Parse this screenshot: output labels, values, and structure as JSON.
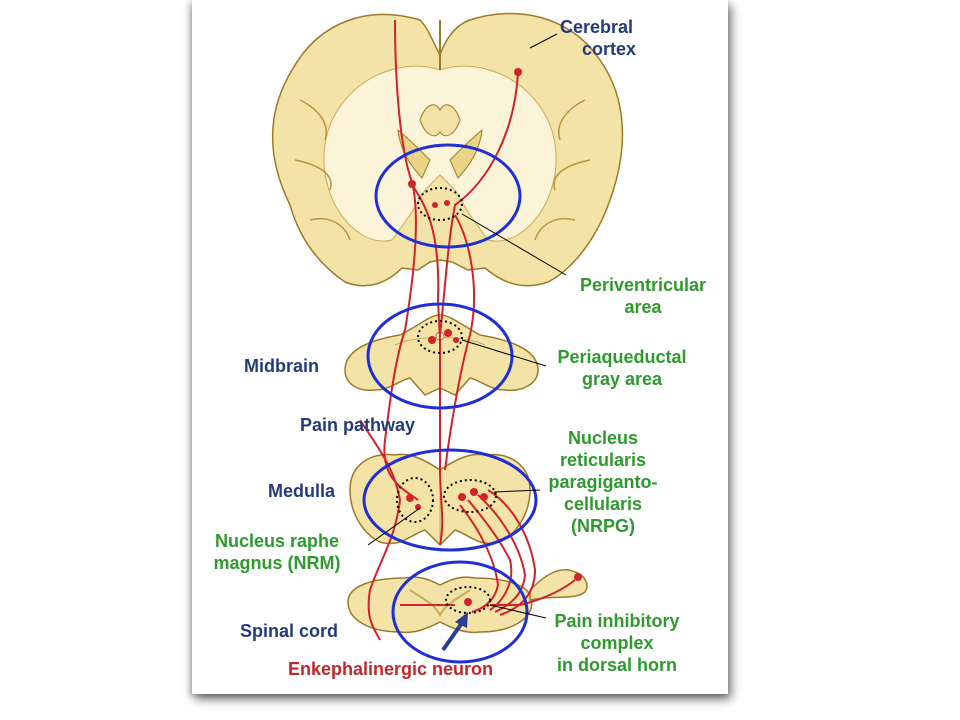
{
  "colors": {
    "tissue": "#f4e3a6",
    "tissue_outline": "#9b7a2a",
    "white_matter": "#fbf4d8",
    "pathway": "#d2222a",
    "highlight_circle": "#1f2fd6",
    "label_blue": "#243a7a",
    "label_green": "#2e9a2e",
    "label_red": "#c0272d"
  },
  "labels": {
    "cerebral_cortex": [
      "Cerebral",
      "cortex"
    ],
    "periventricular_area": [
      "Periventricular",
      "area"
    ],
    "midbrain": "Midbrain",
    "periaqueductal_gray_area": [
      "Periaqueductal",
      "gray area"
    ],
    "pain_pathway": "Pain pathway",
    "medulla": "Medulla",
    "nrpg": [
      "Nucleus",
      "reticularis",
      "paragiganto-",
      "cellularis",
      "(NRPG)"
    ],
    "nrm": [
      "Nucleus raphe",
      "magnus (NRM)"
    ],
    "spinal_cord": "Spinal cord",
    "pain_inhibitory_complex": [
      "Pain inhibitory",
      "complex",
      "in dorsal horn"
    ],
    "enkephalinergic_neuron": "Enkephalinergic neuron"
  }
}
